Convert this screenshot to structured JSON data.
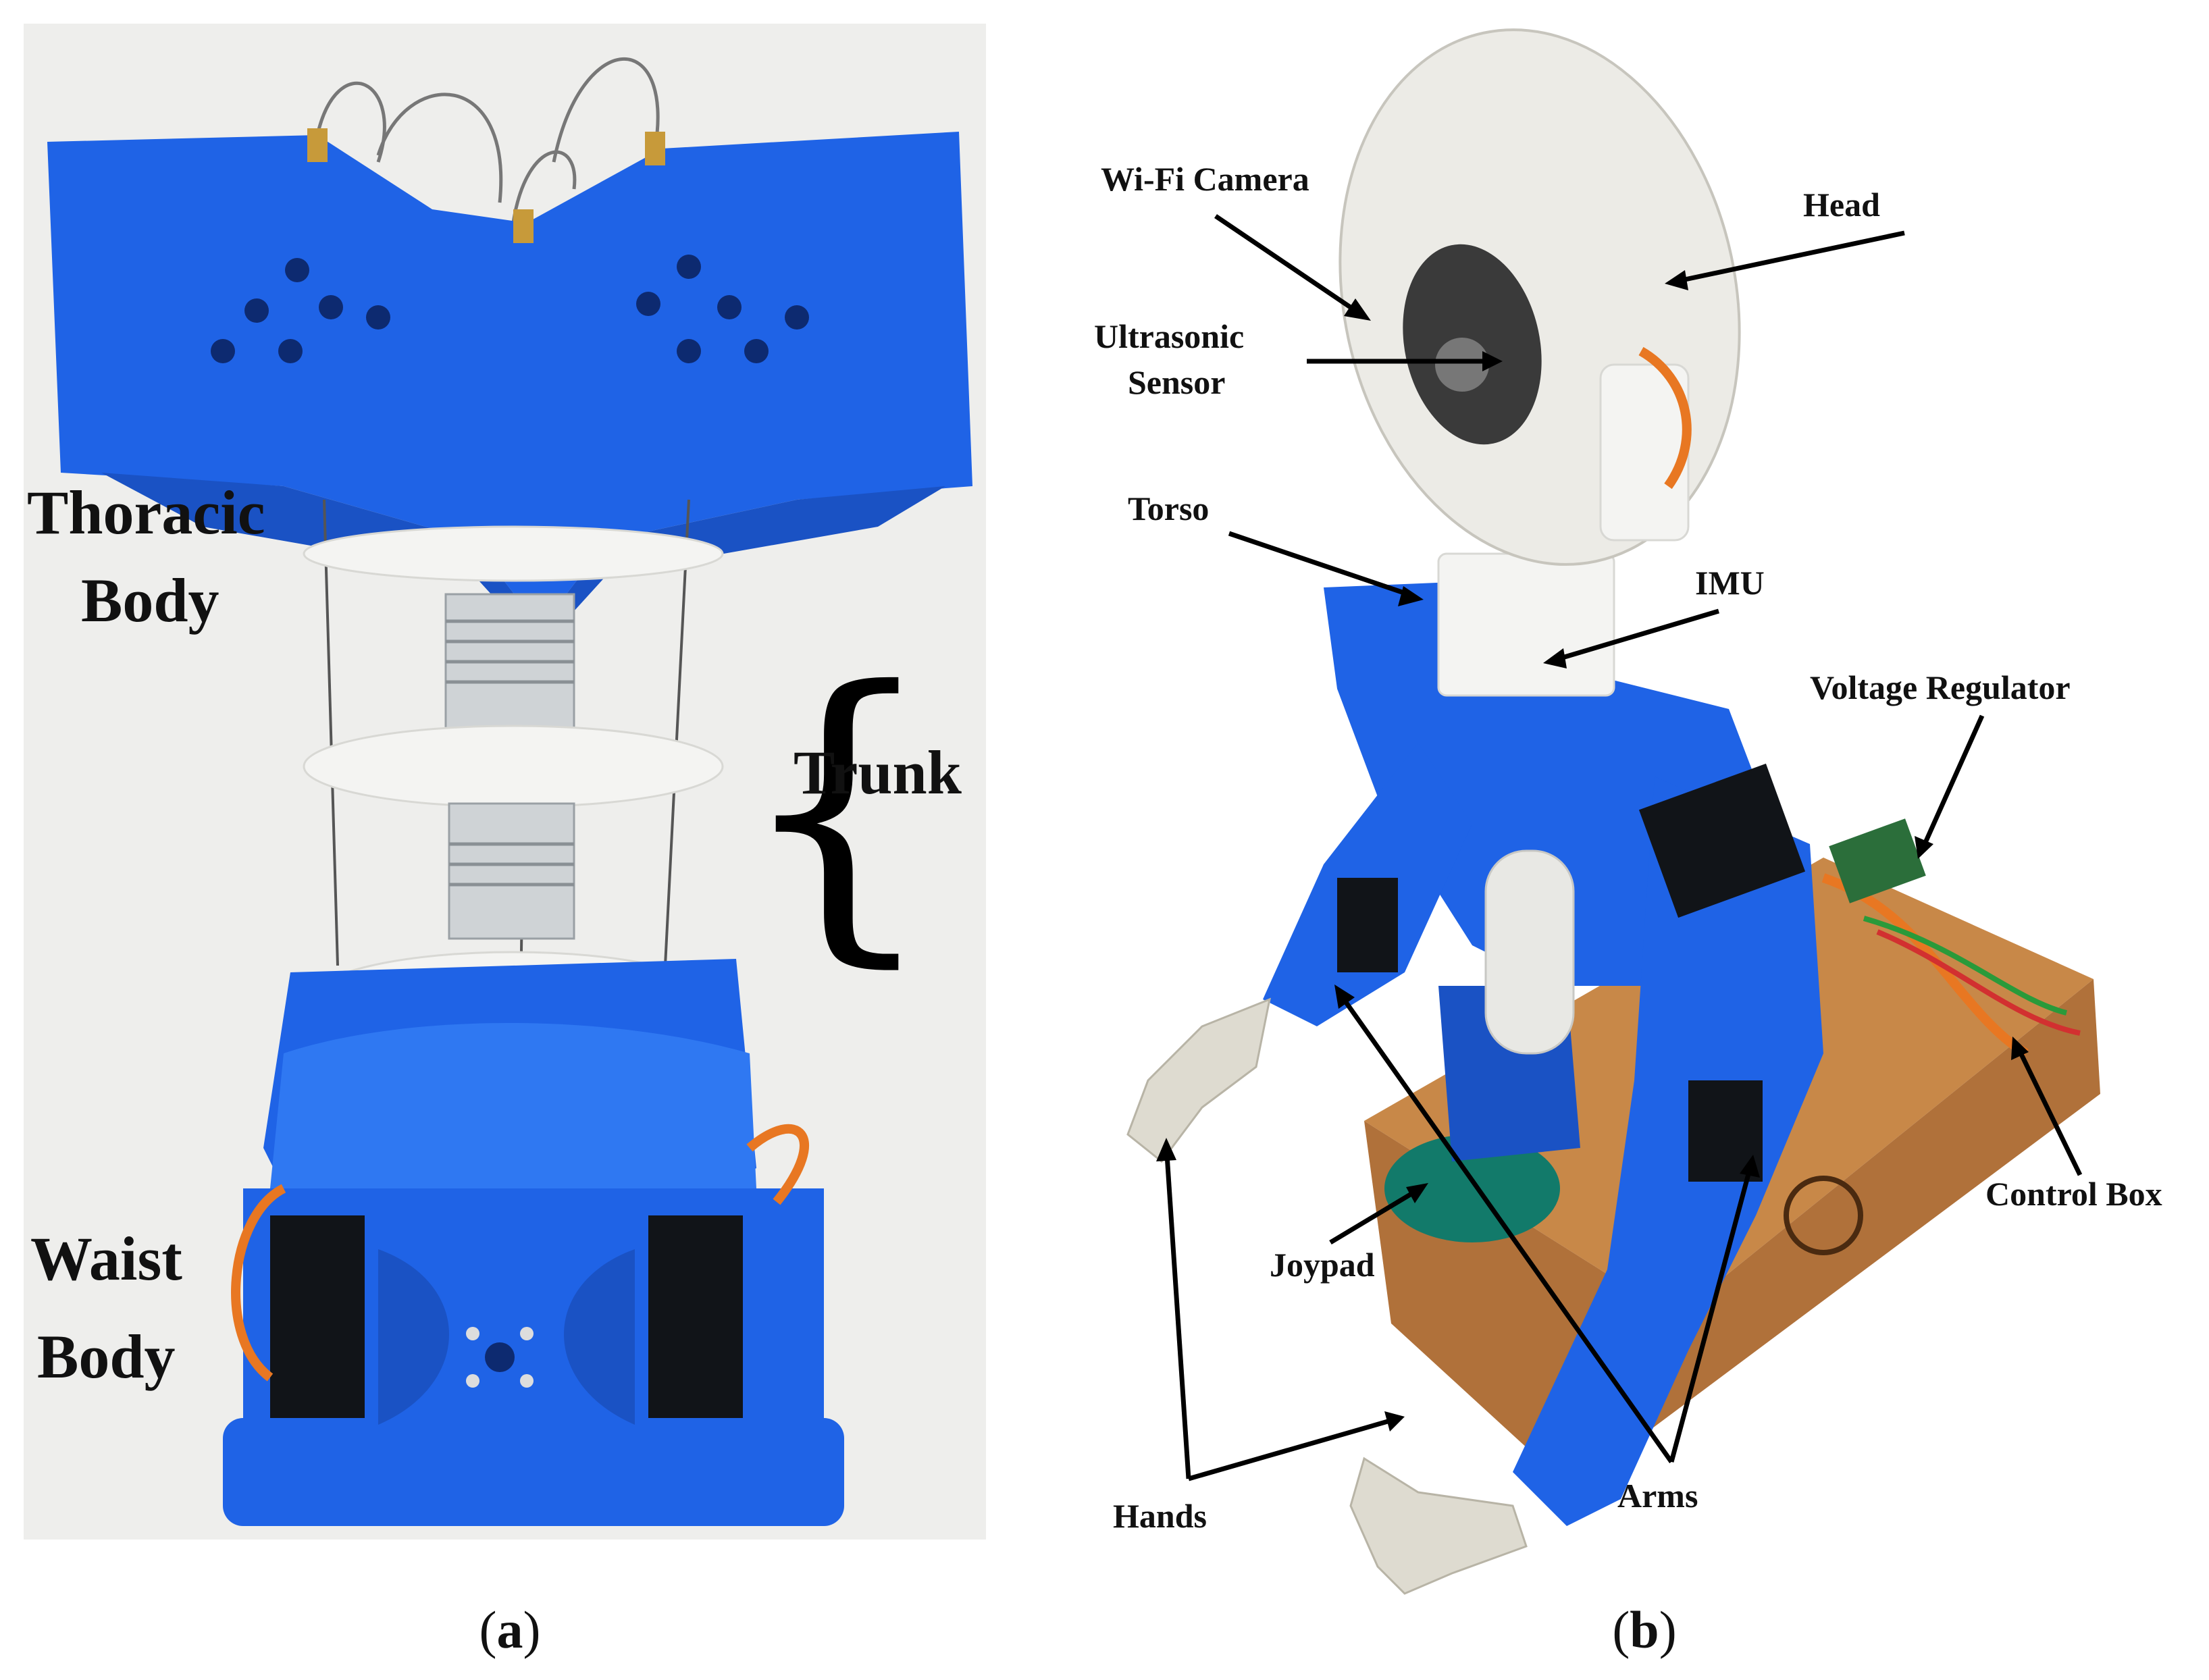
{
  "panel_a": {
    "labels": {
      "thoracic_line1": "Thoracic",
      "thoracic_line2": "Body",
      "trunk": "Trunk",
      "waist_line1": "Waist",
      "waist_line2": "Body"
    },
    "caption_letter": "a"
  },
  "panel_b": {
    "labels": {
      "wifi_camera": "Wi-Fi Camera",
      "head": "Head",
      "ultrasonic_line1": "Ultrasonic",
      "ultrasonic_line2": "Sensor",
      "torso": "Torso",
      "imu": "IMU",
      "voltage_regulator": "Voltage Regulator",
      "control_box": "Control Box",
      "joypad": "Joypad",
      "hands": "Hands",
      "arms": "Arms"
    },
    "caption_letter": "b"
  },
  "colors": {
    "robot_blue": "#1f63e6",
    "head_white": "#ecebe6",
    "wood": "#b0713a",
    "cable_orange": "#e87722"
  }
}
